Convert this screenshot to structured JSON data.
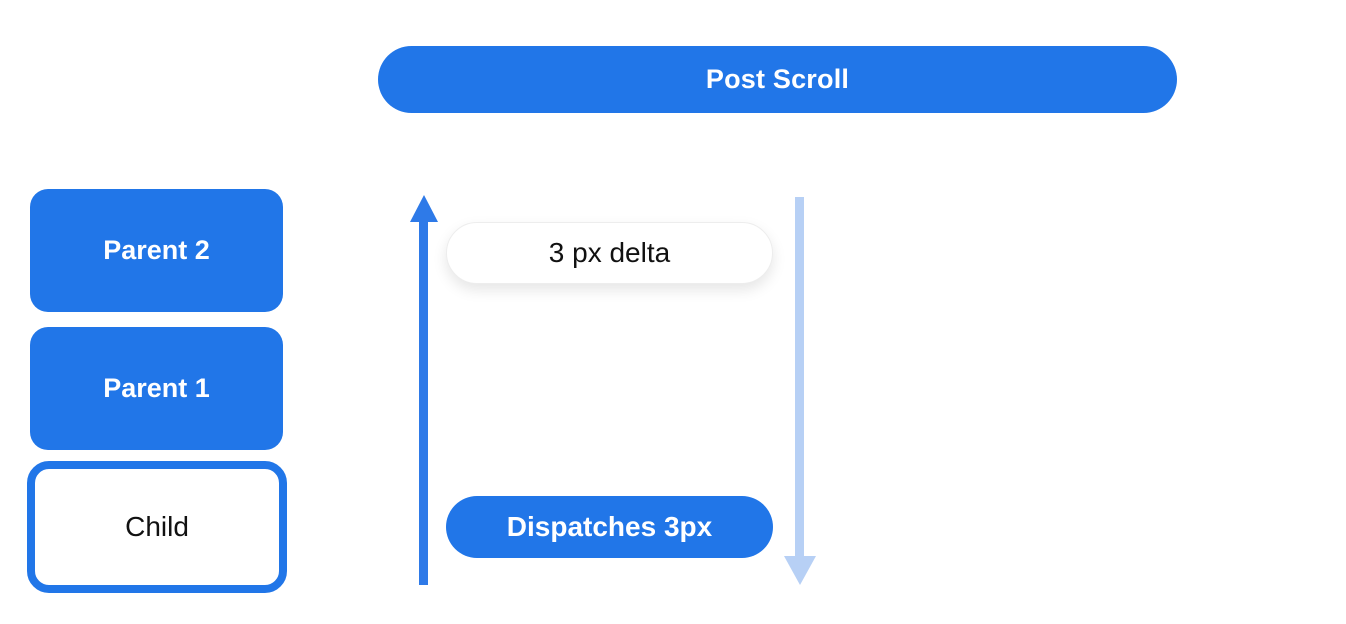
{
  "diagram": {
    "title_pill": {
      "label": "Post Scroll"
    },
    "stack": {
      "items": [
        {
          "id": "parent-2",
          "label": "Parent 2",
          "variant": "blue-filled"
        },
        {
          "id": "parent-1",
          "label": "Parent 1",
          "variant": "blue-filled"
        },
        {
          "id": "child",
          "label": "Child",
          "variant": "white-outlined"
        }
      ]
    },
    "flow": {
      "delta_pill": {
        "label": "3 px delta"
      },
      "dispatch_pill": {
        "label": "Dispatches 3px"
      },
      "up_arrow": {
        "direction": "up",
        "color": "#2e7ae8"
      },
      "down_arrow": {
        "direction": "down",
        "color": "#b7d0f5"
      }
    },
    "colors": {
      "primary_blue": "#2176e8",
      "arrow_blue": "#2e7ae8",
      "light_blue": "#b7d0f5",
      "background": "#ffffff",
      "text_dark": "#111111",
      "text_light": "#ffffff"
    }
  }
}
